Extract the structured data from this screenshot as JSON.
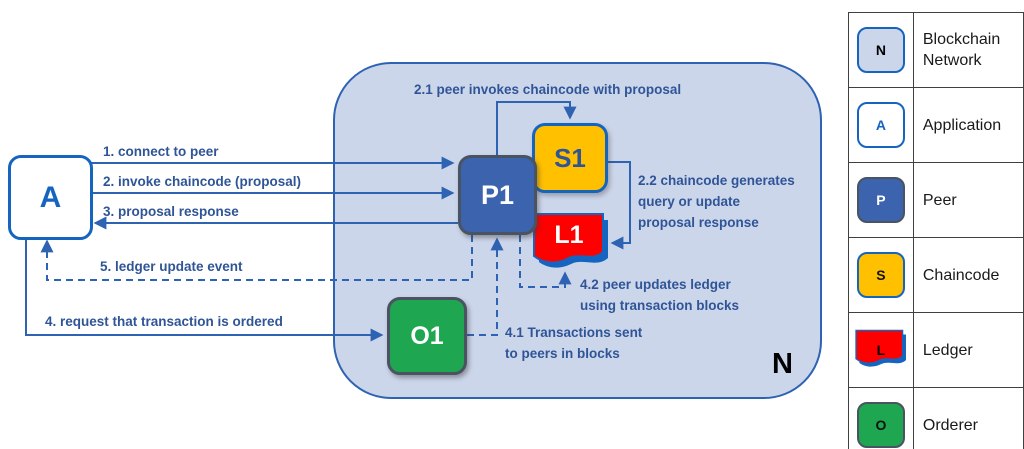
{
  "diagram": {
    "network_label": "N",
    "nodes": {
      "application": "A",
      "peer": "P1",
      "chaincode": "S1",
      "ledger": "L1",
      "orderer": "O1"
    },
    "flow_labels": {
      "step1": "1. connect to peer",
      "step2": "2. invoke chaincode (proposal)",
      "step3": "3. proposal response",
      "step4": "4. request that transaction is ordered",
      "step5": "5. ledger update event",
      "step2_1": "2.1 peer invokes chaincode with proposal",
      "step2_2": "2.2 chaincode generates\nquery or update\nproposal response",
      "step4_1": "4.1 Transactions sent\nto peers in blocks",
      "step4_2": "4.2 peer updates ledger\nusing transaction blocks"
    },
    "colors": {
      "network_fill": "#ccd6eb",
      "line_blue": "#2e62b2",
      "label_blue": "#2f5597",
      "accent_blue": "#1565c0",
      "peer_blue": "#3b63ae",
      "chaincode_yellow": "#ffc000",
      "ledger_red": "#fe0000",
      "orderer_green": "#1ea750",
      "node_border_gray": "#4a5361",
      "network_tag_color": "#000000"
    }
  },
  "legend": {
    "rows": [
      {
        "icon": "N",
        "label": "Blockchain Network"
      },
      {
        "icon": "A",
        "label": "Application"
      },
      {
        "icon": "P",
        "label": "Peer"
      },
      {
        "icon": "S",
        "label": "Chaincode"
      },
      {
        "icon": "L",
        "label": "Ledger"
      },
      {
        "icon": "O",
        "label": "Orderer"
      }
    ]
  }
}
